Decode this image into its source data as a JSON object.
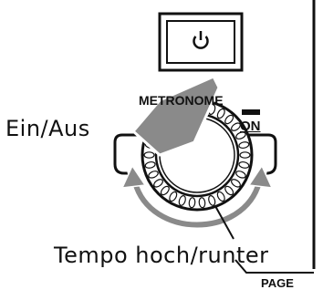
{
  "panel": {
    "power_icon": "power-icon",
    "metronome_label": "METRONOME",
    "on_label": "ON",
    "page_label": "PAGE"
  },
  "callouts": {
    "on_off": "Ein/Aus",
    "tempo": "Tempo hoch/runter"
  },
  "colors": {
    "ink": "#111111",
    "arrow_fill": "#8a8a8a",
    "arrow_stroke": "#ffffff",
    "panel_bg": "#ffffff"
  }
}
